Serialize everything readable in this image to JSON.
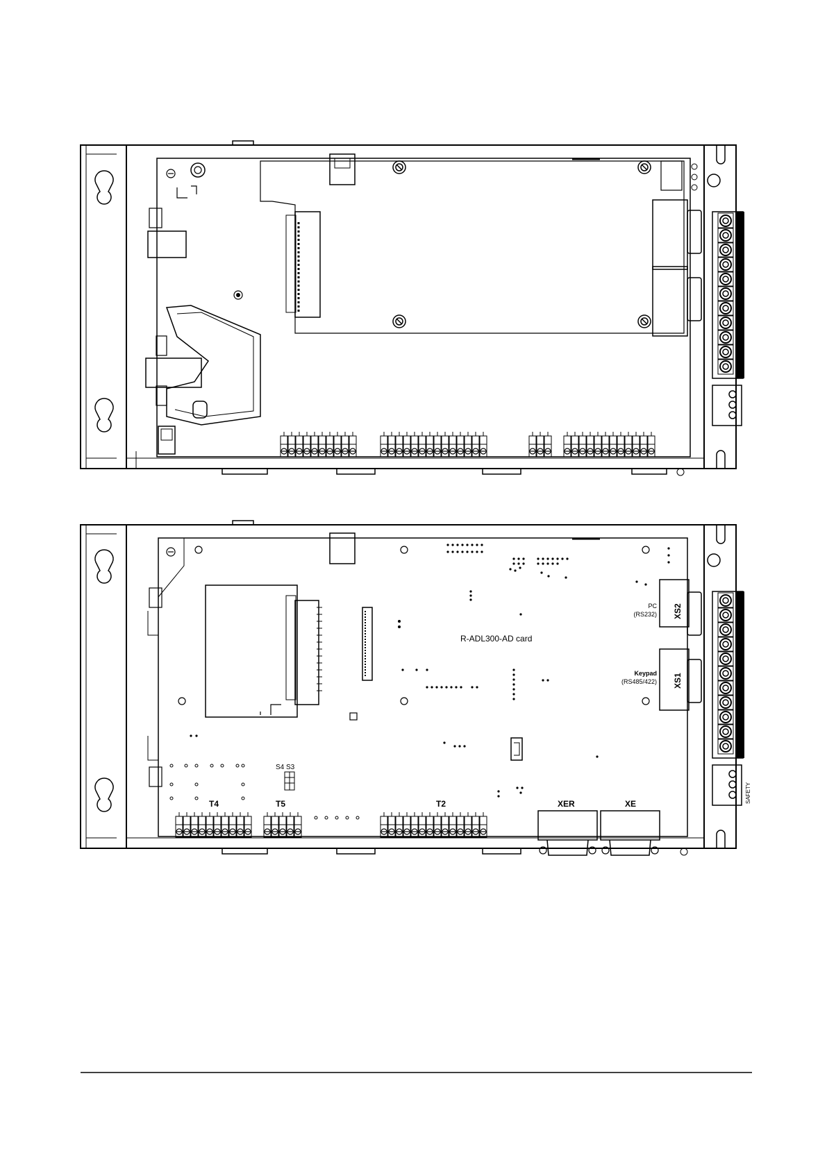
{
  "figure_top": {
    "labels": {}
  },
  "figure_bottom": {
    "labels": {
      "card_title": "R-ADL300-AD card",
      "t4": "T4",
      "t5": "T5",
      "t2": "T2",
      "xer": "XER",
      "xe": "XE",
      "xs1": "XS1",
      "xs2": "XS2",
      "pc": "PC",
      "rs232": "(RS232)",
      "keypad": "Keypad",
      "rs485": "(RS485/422)",
      "s4s3": "S4 S3",
      "safety": "SAFETY"
    }
  },
  "footer": {
    "rule_color": "#000000"
  }
}
